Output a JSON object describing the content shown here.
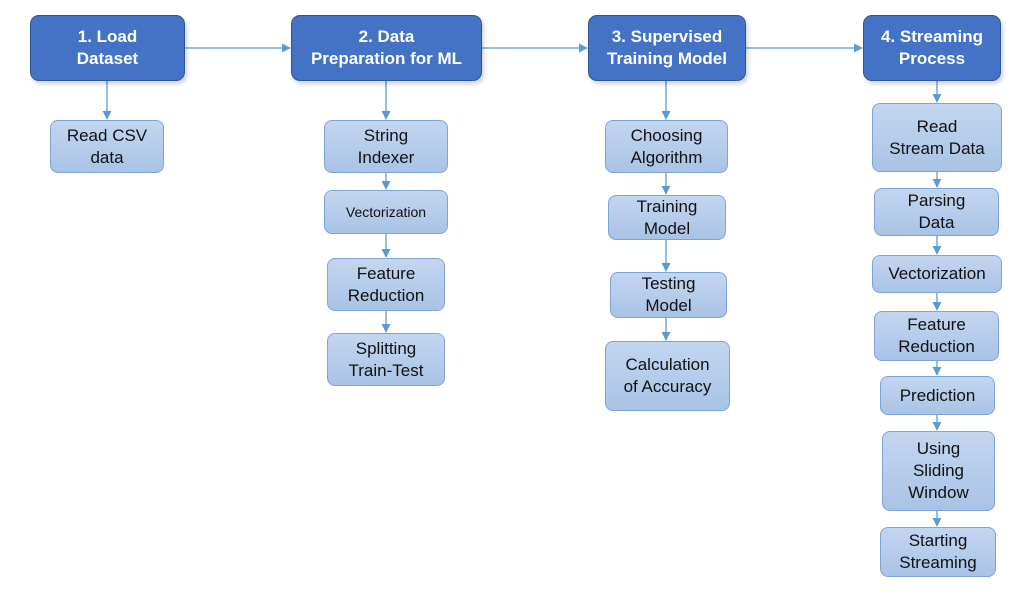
{
  "stages": [
    {
      "title": "1. Load\nDataset",
      "steps": [
        "Read CSV\ndata"
      ]
    },
    {
      "title": "2. Data\nPreparation for ML",
      "steps": [
        "String\nIndexer",
        "Vectorization",
        "Feature\nReduction",
        "Splitting\nTrain-Test"
      ]
    },
    {
      "title": "3. Supervised\nTraining Model",
      "steps": [
        "Choosing\nAlgorithm",
        "Training\nModel",
        "Testing\nModel",
        "Calculation\nof Accuracy"
      ]
    },
    {
      "title": "4. Streaming\nProcess",
      "steps": [
        "Read\nStream Data",
        "Parsing\nData",
        "Vectorization",
        "Feature\nReduction",
        "Prediction",
        "Using\nSliding\nWindow",
        "Starting\nStreaming"
      ]
    }
  ],
  "colors": {
    "header": "#4472c4",
    "step": "#b4cbe9",
    "arrow": "#5b9bd5"
  }
}
